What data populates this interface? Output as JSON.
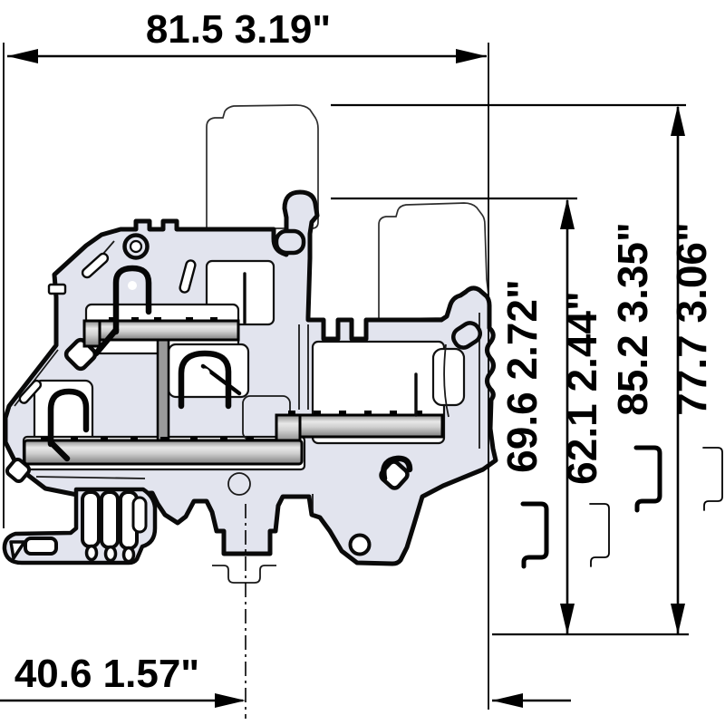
{
  "drawing": {
    "component_name": "din-rail-terminal-block-cross-section",
    "view": "side section with two inserted test plugs",
    "body_fill": "#e2e4ee",
    "outline_color": "#0a0a0a",
    "metal_light": "#e8e8e8",
    "metal_dark": "#7e7e7e"
  },
  "dimensions": {
    "overall_width": {
      "metric": "81.5",
      "imperial": "3.19\"",
      "label": "81.5 3.19\""
    },
    "lower_width": {
      "metric": "40.6",
      "imperial": "1.57\"",
      "label": "40.6 1.57\""
    },
    "vertical": [
      {
        "metric": "69.6",
        "imperial": "2.72\"",
        "label": "69.6 2.72\"",
        "reference": "thick-hook-symbol"
      },
      {
        "metric": "62.1",
        "imperial": "2.44\"",
        "label": "62.1 2.44\"",
        "reference": "thin-hook-symbol"
      },
      {
        "metric": "85.2",
        "imperial": "3.35\"",
        "label": "85.2 3.35\"",
        "reference": "thick-hook-symbol"
      },
      {
        "metric": "77.7",
        "imperial": "3.06\"",
        "label": "77.7 3.06\"",
        "reference": "thin-hook-symbol"
      }
    ]
  }
}
